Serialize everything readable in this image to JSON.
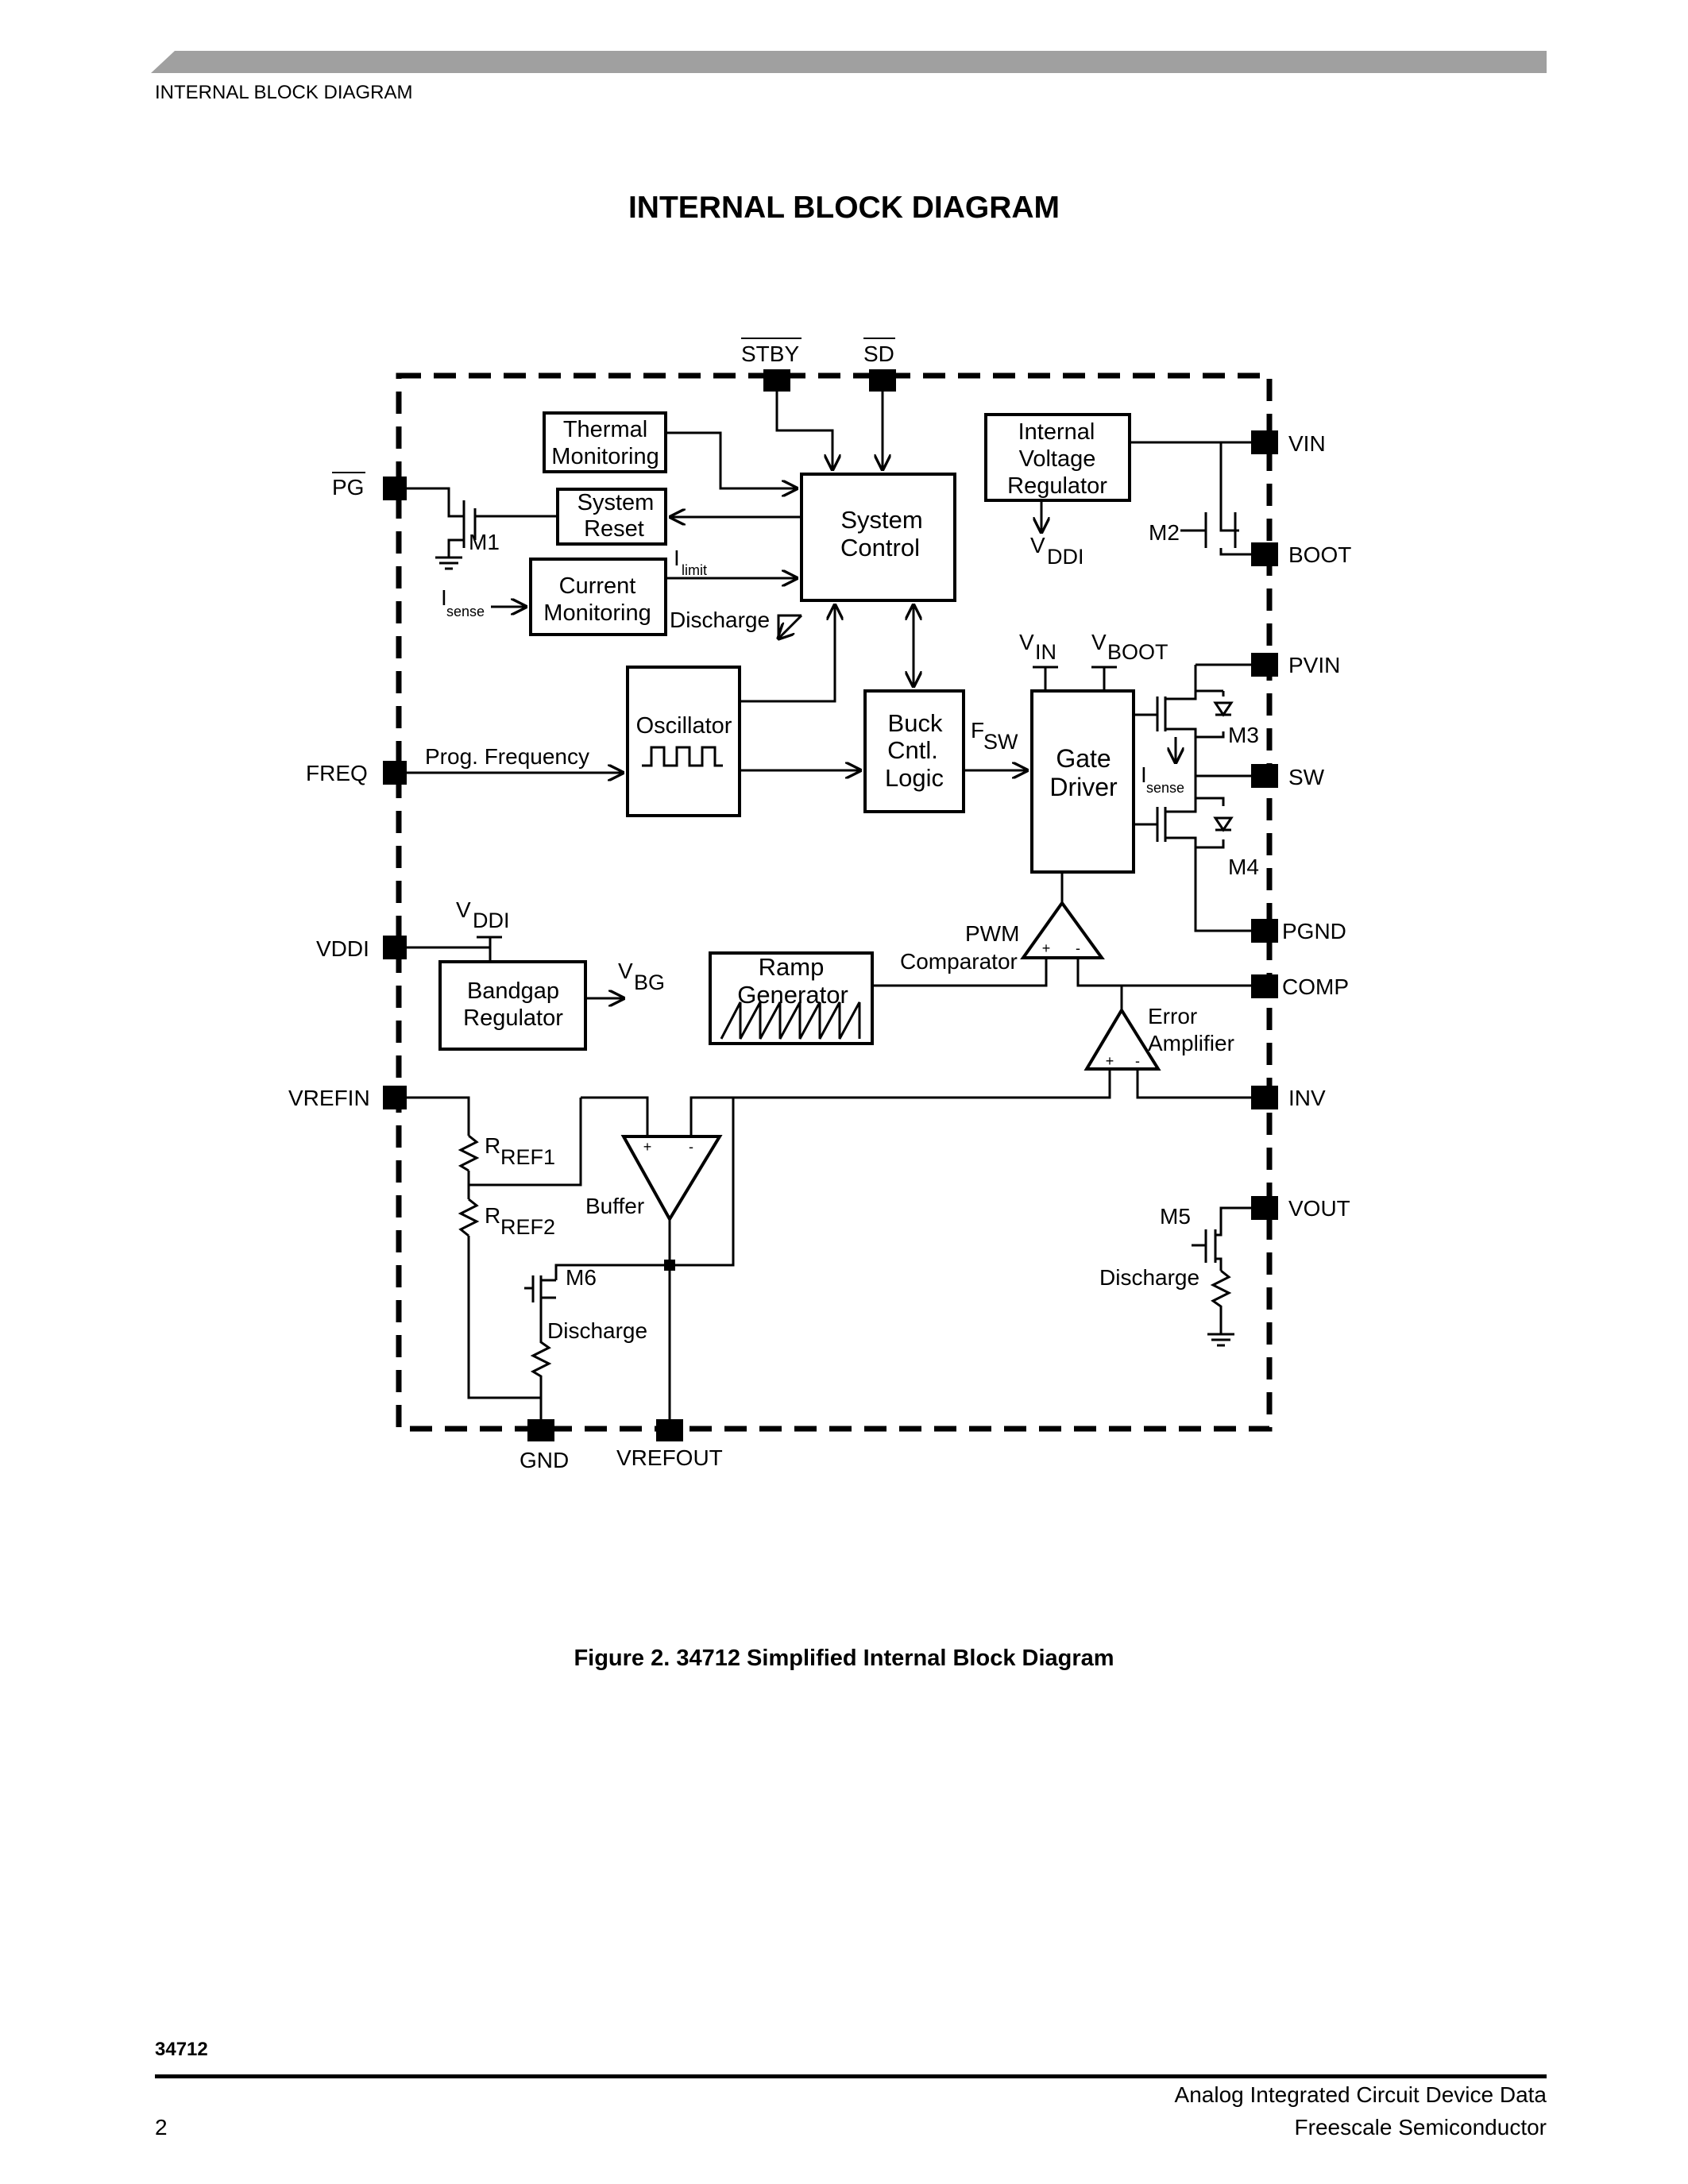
{
  "header": {
    "section": "INTERNAL BLOCK DIAGRAM"
  },
  "title": "INTERNAL BLOCK DIAGRAM",
  "diagram": {
    "pins": {
      "stby": "STBY",
      "sd": "SD",
      "vin": "VIN",
      "boot": "BOOT",
      "pg": "PG",
      "pvin": "PVIN",
      "freq": "FREQ",
      "sw": "SW",
      "vddi": "VDDI",
      "pgnd": "PGND",
      "comp": "COMP",
      "vrefin": "VREFIN",
      "inv": "INV",
      "vout": "VOUT",
      "gnd": "GND",
      "vrefout": "VREFOUT"
    },
    "blocks": {
      "thermal": [
        "Thermal",
        "Monitoring"
      ],
      "system_reset": [
        "System",
        "Reset"
      ],
      "current_mon": [
        "Current",
        "Monitoring"
      ],
      "system_control": [
        "System",
        "Control"
      ],
      "int_reg": [
        "Internal",
        "Voltage",
        "Regulator"
      ],
      "oscillator": "Oscillator",
      "buck": [
        "Buck",
        "Cntl.",
        "Logic"
      ],
      "gate_driver": [
        "Gate",
        "Driver"
      ],
      "bandgap": [
        "Bandgap",
        "Regulator"
      ],
      "ramp": [
        "Ramp",
        "Generator"
      ]
    },
    "labels": {
      "m1": "M1",
      "m2": "M2",
      "m3": "M3",
      "m4": "M4",
      "m5": "M5",
      "m6": "M6",
      "i_main": "I",
      "limit_sub": "limit",
      "sense_sub": "sense",
      "discharge": "Discharge",
      "v_main": "V",
      "ddi_sub": "DDI",
      "in_sub": "IN",
      "boot_sub": "BOOT",
      "bg_sub": "BG",
      "f_main": "F",
      "sw_sub": "SW",
      "prog_freq": "Prog. Frequency",
      "pwm": "PWM",
      "comparator": "Comparator",
      "error": "Error",
      "amplifier": "Amplifier",
      "buffer": "Buffer",
      "r_main": "R",
      "ref1_sub": "REF1",
      "ref2_sub": "REF2",
      "plus": "+",
      "minus": "-"
    }
  },
  "caption": "Figure 2. 34712 Simplified Internal Block Diagram",
  "footer": {
    "part_number": "34712",
    "page_number": "2",
    "doc_line1": "Analog Integrated Circuit Device Data",
    "doc_line2": "Freescale Semiconductor"
  },
  "colors": {
    "header_bar": "#a0a0a0",
    "ink": "#000000"
  }
}
